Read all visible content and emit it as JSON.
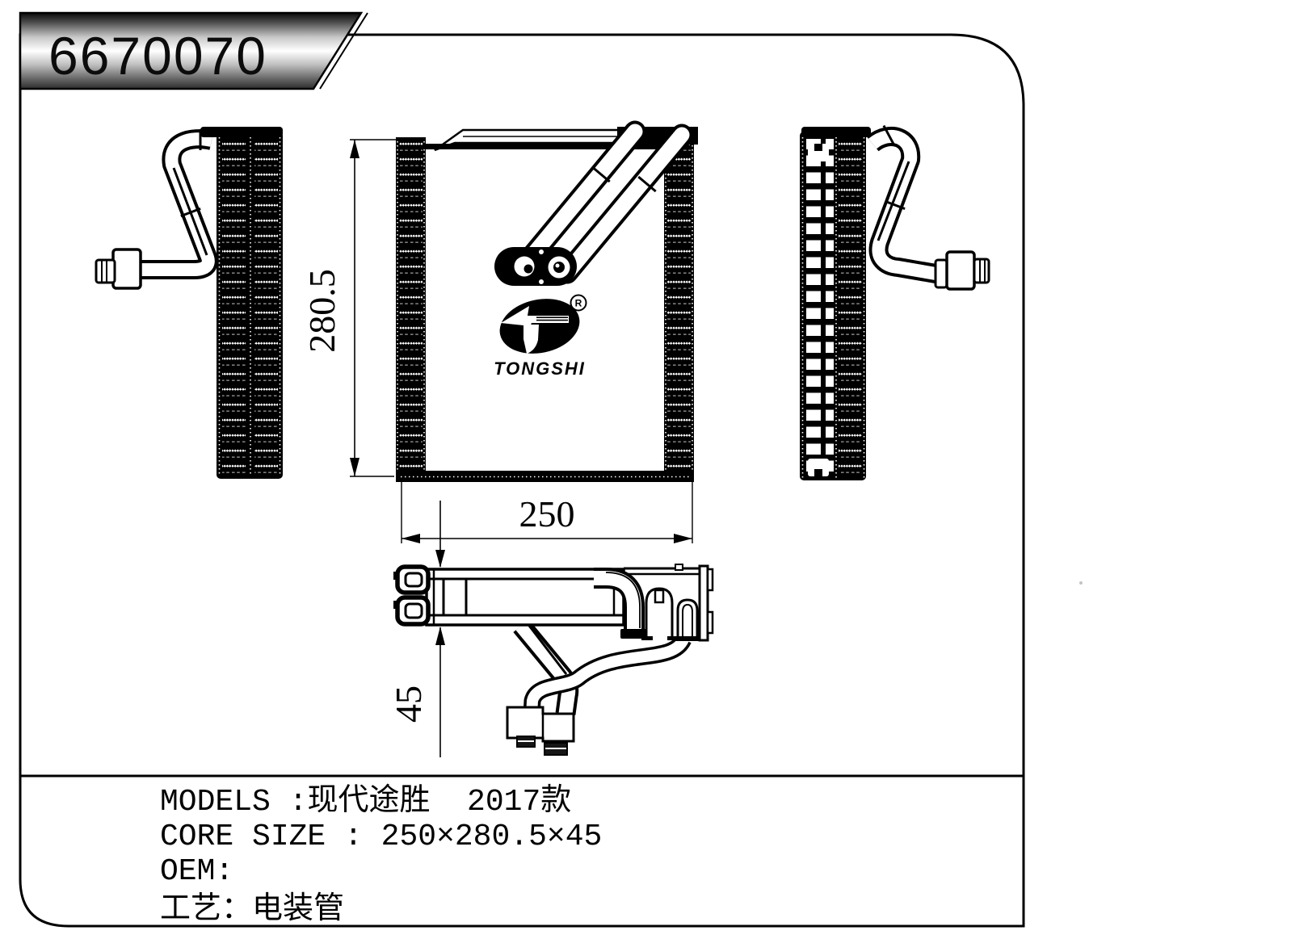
{
  "page": {
    "background_color": "#ffffff",
    "ink_color": "#000000"
  },
  "banner": {
    "part_number": "6670070",
    "gradient_colors": [
      "#0a0a0a",
      "#ffffff",
      "#2e2e2e"
    ]
  },
  "logo": {
    "brand": "TONGSHI",
    "registered_mark": "R"
  },
  "dimensions": {
    "height": "280.5",
    "width": "250",
    "depth": "45"
  },
  "specs": {
    "models_label": "MODELS :",
    "models_value": "现代途胜  2017款",
    "core_size_label": "CORE SIZE : ",
    "core_size_value": "250×280.5×45",
    "oem_label": "OEM:",
    "oem_value": "",
    "process_label": "工艺：",
    "process_value": "电装管"
  }
}
